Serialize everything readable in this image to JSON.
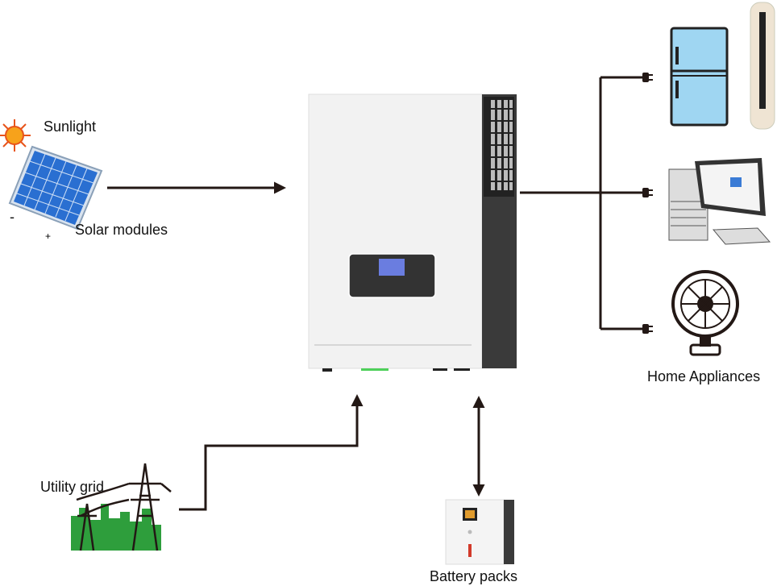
{
  "labels": {
    "sunlight": "Sunlight",
    "solar_modules": "Solar modules",
    "minus": "-",
    "plus": "+",
    "home_appliances": "Home Appliances",
    "utility_grid": "Utility grid",
    "battery_packs": "Battery packs"
  },
  "colors": {
    "wire": "#231815",
    "panel_blue": "#2a6fd1",
    "inverter_dark": "#3a3a3a",
    "fridge_blue": "#9fd6f2",
    "grid_green": "#2e9e3c"
  }
}
